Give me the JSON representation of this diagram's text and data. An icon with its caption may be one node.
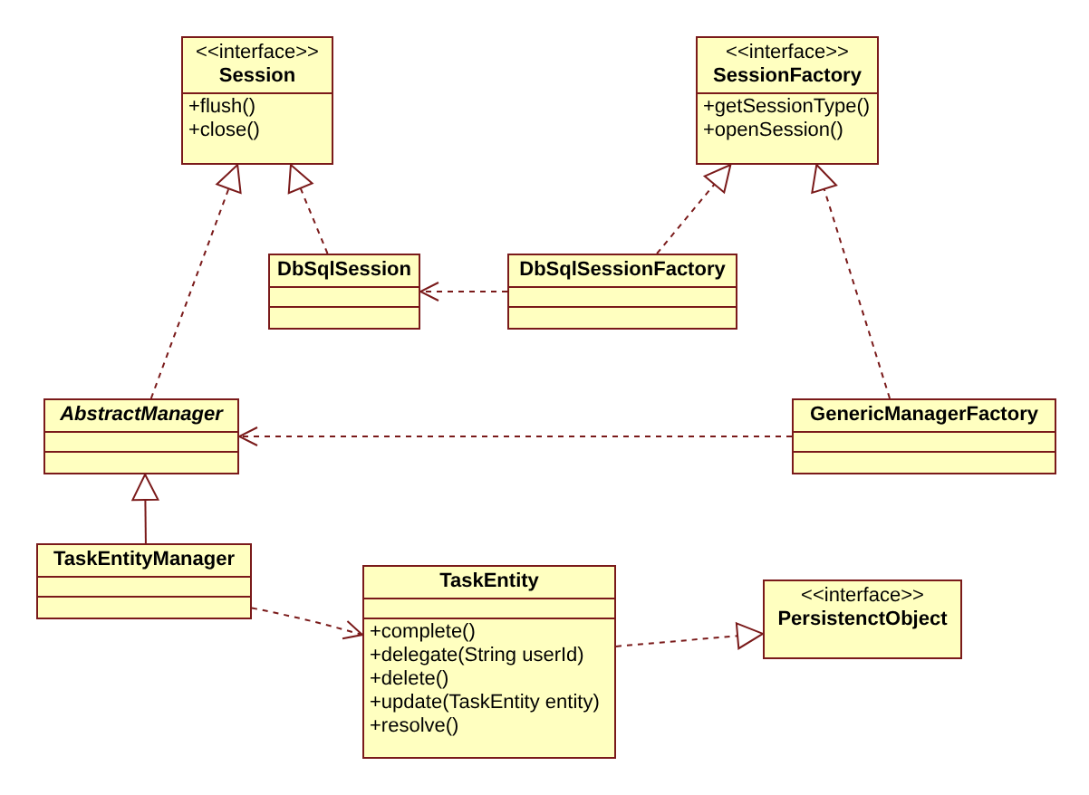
{
  "diagram": {
    "nodes": [
      {
        "text": [
          "<<interface>>",
          "Session",
          "+flush()",
          "+close()"
        ]
      },
      {
        "text": [
          "<<interface>>",
          "SessionFactory",
          "+getSessionType()",
          "+openSession()"
        ]
      },
      {
        "text": [
          "DbSqlSession"
        ]
      },
      {
        "text": [
          "DbSqlSessionFactory"
        ]
      },
      {
        "text": [
          "AbstractManager"
        ]
      },
      {
        "text": [
          "GenericManagerFactory"
        ]
      },
      {
        "text": [
          "TaskEntityManager"
        ]
      },
      {
        "text": [
          "TaskEntity",
          "+complete()",
          "+delegate(String userId)",
          "+delete()",
          "+update(TaskEntity entity)",
          "+resolve()"
        ]
      },
      {
        "text": [
          "<<interface>>",
          "PersistenctObject"
        ]
      }
    ],
    "edges": [
      {
        "from": 4,
        "to": 0,
        "arrow": "to",
        "style": "dashed"
      },
      {
        "from": 2,
        "to": 0,
        "arrow": "to",
        "style": "dashed"
      },
      {
        "from": 3,
        "to": 1,
        "arrow": "to",
        "style": "dashed"
      },
      {
        "from": 5,
        "to": 1,
        "arrow": "to",
        "style": "dashed"
      },
      {
        "from": 3,
        "to": 2,
        "arrow": "to",
        "style": "dashed"
      },
      {
        "from": 5,
        "to": 4,
        "arrow": "to",
        "style": "dashed"
      },
      {
        "from": 6,
        "to": 4,
        "arrow": "to"
      },
      {
        "from": 6,
        "to": 7,
        "arrow": "to",
        "style": "dashed"
      },
      {
        "from": 7,
        "to": 8,
        "arrow": "to",
        "style": "dashed"
      }
    ]
  }
}
